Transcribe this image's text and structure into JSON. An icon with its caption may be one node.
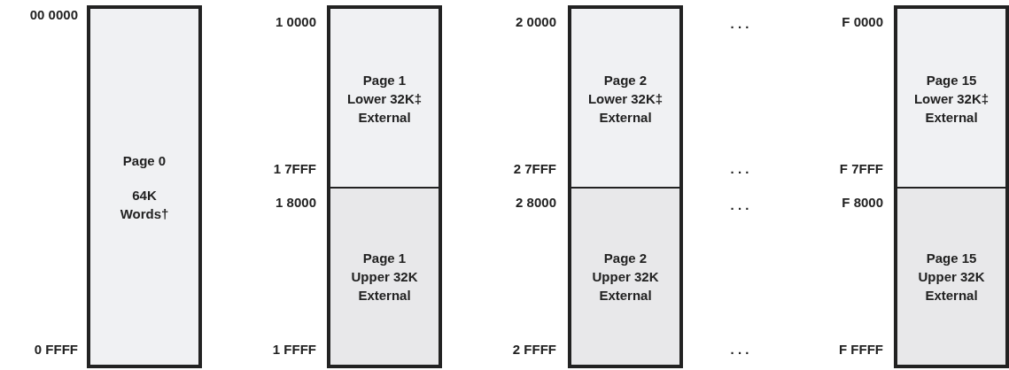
{
  "diagram": {
    "nodes": [
      {
        "text": [
          "Page 0",
          "64K Words†"
        ]
      },
      {
        "text": [
          "Page 1 Lower 32K‡ External"
        ]
      },
      {
        "text": [
          "Page 1 Upper 32K External"
        ]
      },
      {
        "text": [
          "Page 2 Lower 32K‡ External"
        ]
      },
      {
        "text": [
          "Page 2 Upper 32K External"
        ]
      },
      {
        "text": [
          "Page 15 Lower 32K‡ External"
        ]
      },
      {
        "text": [
          "Page 15 Upper 32K External"
        ]
      }
    ],
    "labels": [
      "00 0000",
      "1 0000",
      "2 0000",
      ". . .",
      "F 0000",
      "1 7FFF",
      "2 7FFF",
      ". . .",
      "F 7FFF",
      "1 8000",
      "2 8000",
      ". . .",
      "F 8000",
      "0 FFFF",
      "1 FFFF",
      "2 FFFF",
      ". . .",
      "F FFFF"
    ]
  }
}
